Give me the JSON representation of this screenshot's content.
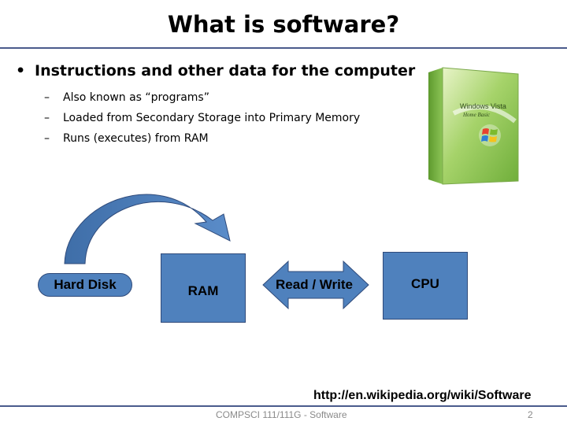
{
  "slide": {
    "title": "What is software?",
    "bullet": "Instructions and other data for the computer",
    "subbullets": [
      "Also known as “programs”",
      "Loaded from Secondary Storage into Primary Memory",
      "Runs (executes) from RAM"
    ],
    "bullet_marker": "•",
    "dash_marker": "–"
  },
  "diagram": {
    "hard_disk": "Hard Disk",
    "ram": "RAM",
    "read_write": "Read / Write",
    "cpu": "CPU"
  },
  "boxart": {
    "product_name": "Windows Vista",
    "edition": "Home Basic"
  },
  "source_url": "http://en.wikipedia.org/wiki/Software",
  "footer": {
    "course": "COMPSCI 111/111G - Software",
    "page": "2"
  },
  "colors": {
    "shape_fill": "#4f81bd",
    "rule": "#4a5b8c"
  }
}
